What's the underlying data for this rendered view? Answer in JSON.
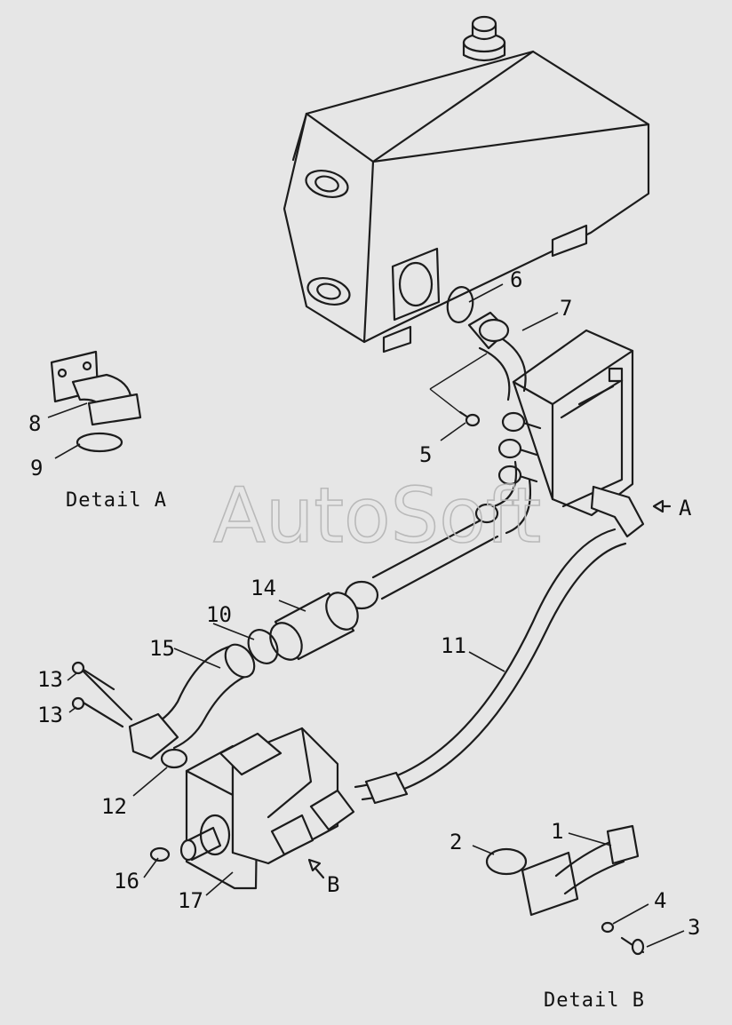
{
  "watermark": "AutoSoft",
  "details": {
    "a_caption": "Detail A",
    "b_caption": "Detail B",
    "a_marker": "A",
    "b_marker": "B"
  },
  "callouts": {
    "c1": "1",
    "c2": "2",
    "c3": "3",
    "c4": "4",
    "c5": "5",
    "c6": "6",
    "c7": "7",
    "c8": "8",
    "c9": "9",
    "c10": "10",
    "c11": "11",
    "c12": "12",
    "c13a": "13",
    "c13b": "13",
    "c14": "14",
    "c15": "15",
    "c16": "16",
    "c17": "17"
  }
}
